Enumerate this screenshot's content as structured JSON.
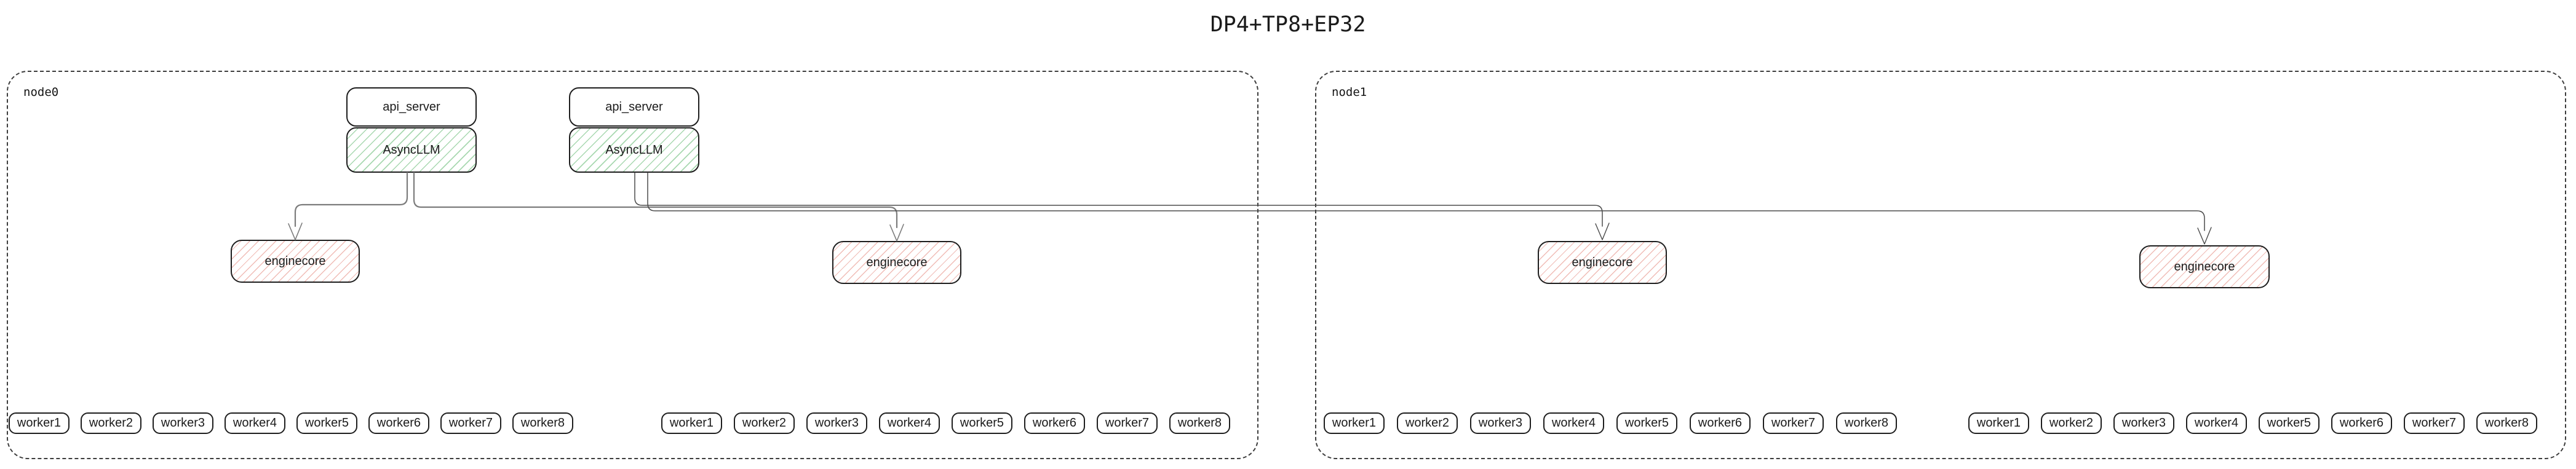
{
  "title": "DP4+TP8+EP32",
  "nodes": [
    {
      "label": "node0"
    },
    {
      "label": "node1"
    }
  ],
  "stacks": [
    {
      "api_server": "api_server",
      "asyncllm": "AsyncLLM"
    },
    {
      "api_server": "api_server",
      "asyncllm": "AsyncLLM"
    }
  ],
  "enginecores": [
    {
      "label": "enginecore"
    },
    {
      "label": "enginecore"
    },
    {
      "label": "enginecore"
    },
    {
      "label": "enginecore"
    }
  ],
  "worker_labels": [
    "worker1",
    "worker2",
    "worker3",
    "worker4",
    "worker5",
    "worker6",
    "worker7",
    "worker8"
  ],
  "colors": {
    "background": "#ffffff",
    "box_border": "#1e1e1e",
    "node_border": "#3d3d3d",
    "text": "#1b1b1b",
    "asyncllm_hatch_green": "#a8d8b0",
    "enginecore_hatch_red": "#f0bcb6",
    "edge_gray": "#7c7c7c",
    "edge_dark": "#4b4b4b"
  }
}
